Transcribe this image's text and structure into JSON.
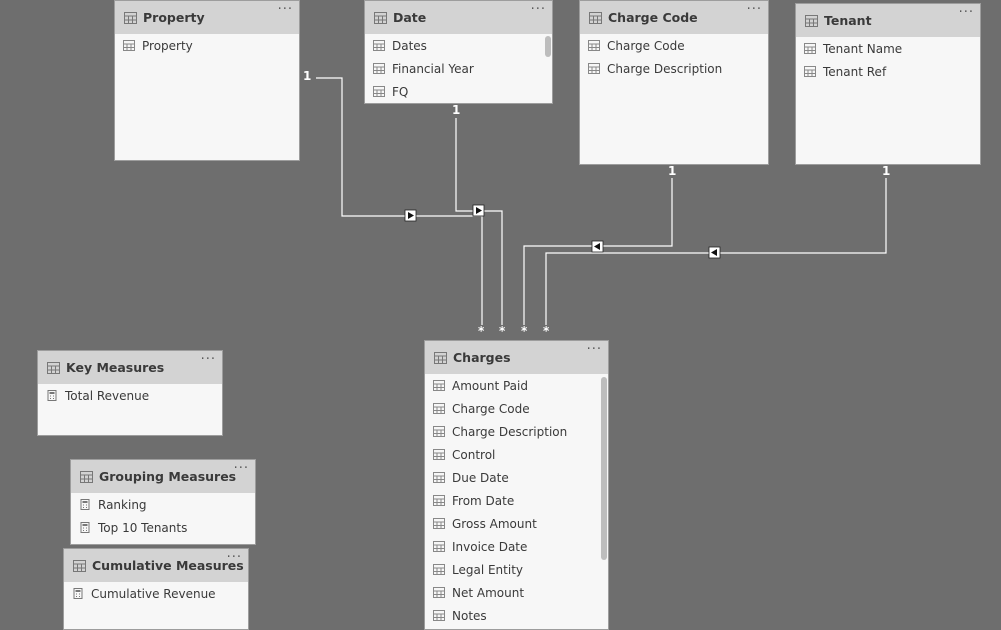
{
  "tables": {
    "property": {
      "title": "Property",
      "fields": [
        "Property"
      ]
    },
    "date": {
      "title": "Date",
      "fields": [
        "Dates",
        "Financial Year",
        "FQ"
      ]
    },
    "charge_code": {
      "title": "Charge Code",
      "fields": [
        "Charge Code",
        "Charge Description"
      ]
    },
    "tenant": {
      "title": "Tenant",
      "fields": [
        "Tenant Name",
        "Tenant Ref"
      ]
    },
    "charges": {
      "title": "Charges",
      "fields": [
        "Amount Paid",
        "Charge Code",
        "Charge Description",
        "Control",
        "Due Date",
        "From Date",
        "Gross Amount",
        "Invoice Date",
        "Legal Entity",
        "Net Amount",
        "Notes"
      ]
    },
    "key_measures": {
      "title": "Key Measures",
      "fields": [
        "Total Revenue"
      ]
    },
    "grouping_measures": {
      "title": "Grouping Measures",
      "fields": [
        "Ranking",
        "Top 10 Tenants"
      ]
    },
    "cumulative_measures": {
      "title": "Cumulative Measures",
      "fields": [
        "Cumulative Revenue"
      ]
    }
  },
  "more_options_label": "···",
  "relationships": {
    "one_label": "1",
    "many_label": "*"
  },
  "colors": {
    "canvas": "#6e6e6e",
    "header": "#d3d3d3",
    "body": "#f7f7f7",
    "line": "#ffffff"
  }
}
